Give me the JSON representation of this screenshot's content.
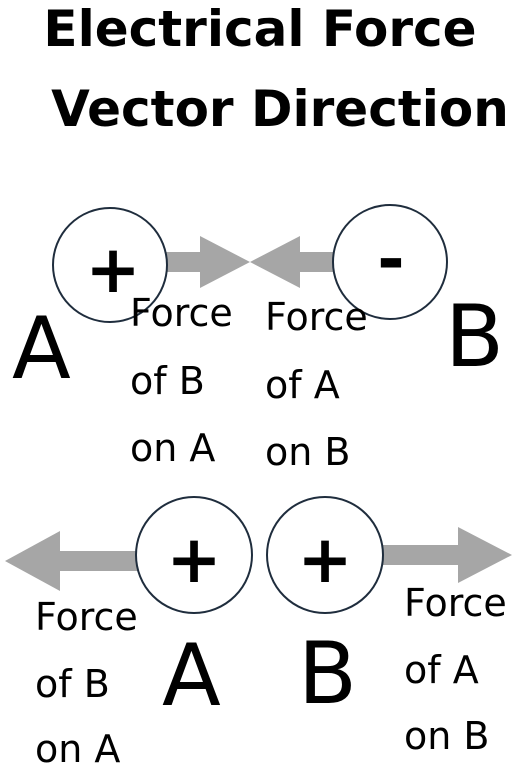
{
  "title": {
    "line1": "Electrical Force",
    "line2": "Vector Direction"
  },
  "colors": {
    "arrow": "#a6a6a6",
    "circle_stroke": "#1f2d3d",
    "text": "#000000"
  },
  "top_scene": {
    "charge_a": {
      "sign": "+",
      "name": "A"
    },
    "charge_b": {
      "sign": "-",
      "name": "B"
    },
    "label_left": [
      "Force",
      "of B",
      "on A"
    ],
    "label_right": [
      "Force",
      "of A",
      "on B"
    ]
  },
  "bottom_scene": {
    "charge_a": {
      "sign": "+",
      "name": "A"
    },
    "charge_b": {
      "sign": "+",
      "name": "B"
    },
    "label_left": [
      "Force",
      "of B",
      "on A"
    ],
    "label_right": [
      "Force",
      "of A",
      "on B"
    ]
  }
}
